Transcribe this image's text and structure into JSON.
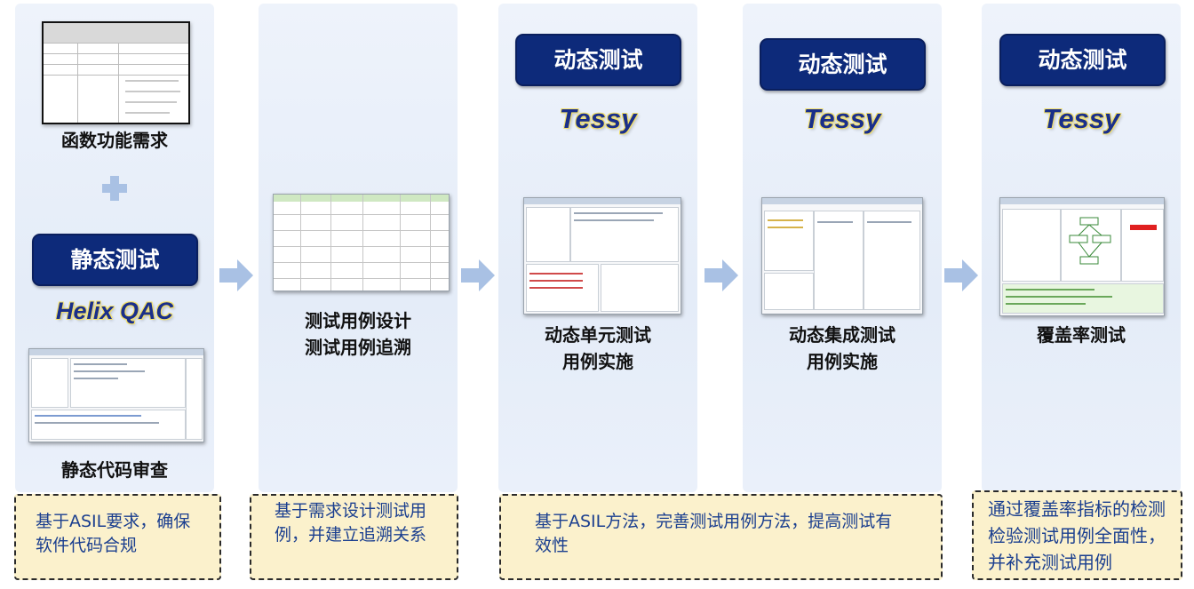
{
  "columns": [
    {
      "requirement_label": "函数功能需求",
      "static_tag": "静态测试",
      "static_tool": "Helix QAC",
      "static_label": "静态代码审查",
      "note": "基于ASIL要求，确保软件代码合规"
    },
    {
      "label_line1": "测试用例设计",
      "label_line2": "测试用例追溯",
      "note": "基于需求设计测试用例，并建立追溯关系"
    },
    {
      "tag": "动态测试",
      "tool": "Tessy",
      "label_line1": "动态单元测试",
      "label_line2": "用例实施"
    },
    {
      "tag": "动态测试",
      "tool": "Tessy",
      "label_line1": "动态集成测试",
      "label_line2": "用例实施"
    },
    {
      "tag": "动态测试",
      "tool": "Tessy",
      "label_line1": "覆盖率测试",
      "note": "通过覆盖率指标的检测检验测试用例全面性，并补充测试用例"
    }
  ],
  "shared_note": "基于ASIL方法，完善测试用例方法，提高测试有效性",
  "colors": {
    "tag_bg": "#0d2a7a",
    "tool_text": "#1a2f8a",
    "note_bg": "#fbf1cc",
    "note_text": "#1b3f8f",
    "arrow": "#a9c1e4",
    "plus": "#a9c1e4",
    "column_bg": "#e8eef9"
  },
  "icons": [
    "plus-icon",
    "arrow-right-icon"
  ]
}
